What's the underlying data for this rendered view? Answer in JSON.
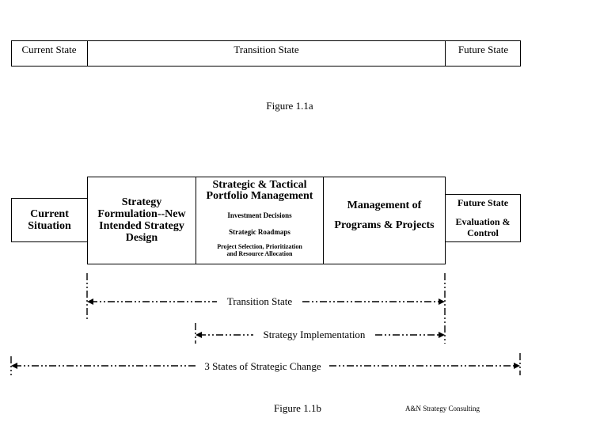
{
  "fig_a": {
    "current": "Current State",
    "transition": "Transition State",
    "future": "Future State",
    "caption": "Figure 1.1a"
  },
  "fig_b": {
    "current": "Current\nSituation",
    "strategy": "Strategy\nFormulation--New\nIntended Strategy\nDesign",
    "portfolio_title": "Strategic & Tactical\nPortfolio Management",
    "investment": "Investment Decisions",
    "roadmaps": "Strategic Roadmaps",
    "project_selection": "Project Selection, Prioritization\nand Resource Allocation",
    "programs": "Management of\nPrograms & Projects",
    "future": "Future State",
    "evaluation": "Evaluation &\nControl",
    "arrow_transition": "Transition State",
    "arrow_implementation": "Strategy Implementation",
    "arrow_states": "3 States of Strategic Change",
    "caption": "Figure 1.1b",
    "credit": "A&N Strategy Consulting"
  }
}
